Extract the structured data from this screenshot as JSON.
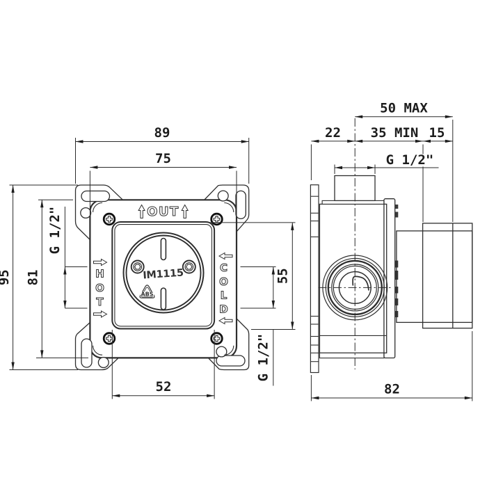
{
  "drawing": {
    "type": "technical-drawing",
    "product_code": "IM1115",
    "material_mark": "ABS",
    "front_view": {
      "port_labels": {
        "out": "OUT",
        "hot": "HOT",
        "cold": "COLD"
      },
      "hot_letters": [
        "H",
        "O",
        "T"
      ],
      "cold_letters": [
        "C",
        "O",
        "L",
        "D"
      ],
      "center_label": "IM1115",
      "logo_text": "ABS",
      "dimensions": {
        "ears_width": "89",
        "plate_width": "75",
        "ears_height": "95",
        "plate_height": "81",
        "panel_width": "52",
        "panel_height": "55",
        "thread_left": "G 1/2\"",
        "thread_right": "G 1/2\""
      }
    },
    "side_view": {
      "dimensions": {
        "depth_max": "50 MAX",
        "bracket_to_center": "22",
        "center_min": "35 MIN",
        "sleeve_end": "15",
        "thread_top": "G 1/2\"",
        "total_depth": "82"
      }
    },
    "colors": {
      "line": "#2e2e2e",
      "dim_line": "#2a2a2a",
      "text": "#1c1c1c",
      "background": "#ffffff"
    }
  }
}
